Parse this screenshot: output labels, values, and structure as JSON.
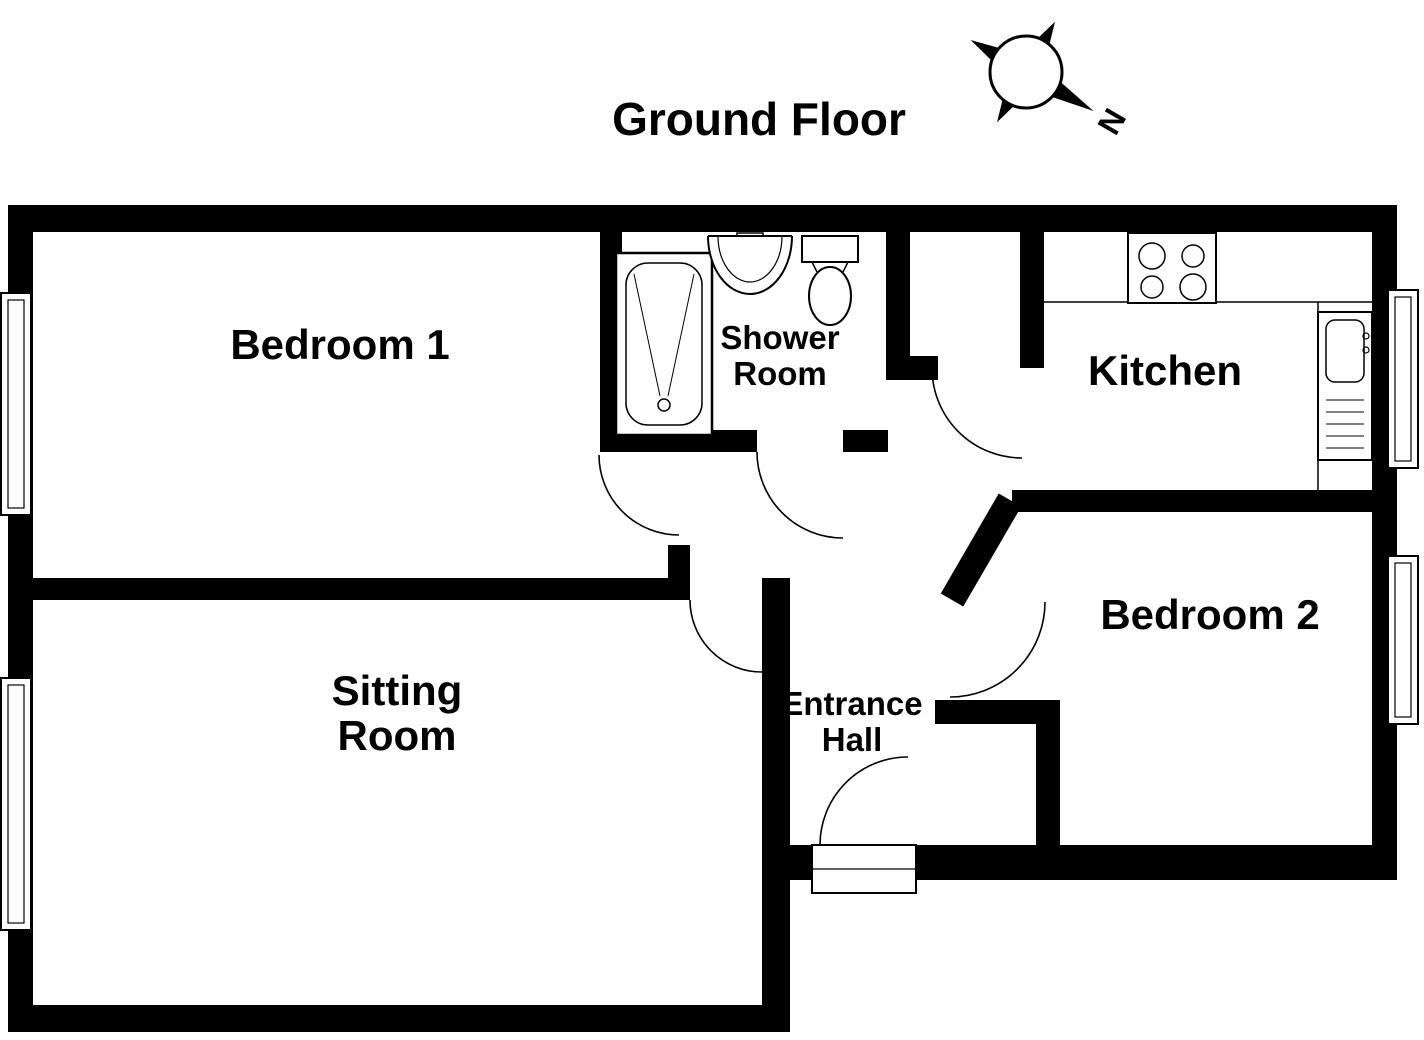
{
  "title": "Ground Floor",
  "compass_label": "N",
  "rooms": {
    "bedroom1": {
      "name": "Bedroom 1"
    },
    "shower": {
      "line1": "Shower",
      "line2": "Room"
    },
    "kitchen": {
      "name": "Kitchen"
    },
    "bedroom2": {
      "name": "Bedroom 2"
    },
    "sitting": {
      "line1": "Sitting",
      "line2": "Room"
    },
    "entrance": {
      "line1": "Entrance",
      "line2": "Hall"
    }
  },
  "fixtures": {
    "bath": "shower-bath",
    "basin": "wash-basin",
    "toilet": "toilet",
    "hob": "cooker-hob",
    "sink": "kitchen-sink"
  },
  "colors": {
    "wall": "#000000",
    "background": "#ffffff",
    "line": "#000000"
  }
}
